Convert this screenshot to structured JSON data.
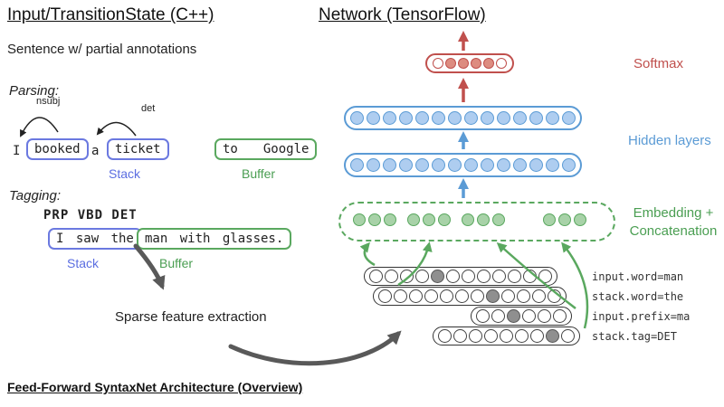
{
  "colors": {
    "blue": "#6b79e0",
    "blue-label": "#5b6ee1",
    "green-stroke": "#5aa85f",
    "green-label": "#4a9e52",
    "green-fill": "#a8d2a8",
    "net-blue": "#5b9bd5",
    "net-blue-fill": "#aecdf0",
    "red": "#c0504d",
    "red-fill": "#dd8c80",
    "gray": "#595959",
    "ink": "#222222"
  },
  "header_left": "Input/TransitionState (C++)",
  "header_right": "Network (TensorFlow)",
  "subtitle": "Sentence w/ partial annotations",
  "parsing": {
    "heading": "Parsing:",
    "arc_nsubj": "nsubj",
    "arc_det": "det",
    "words": {
      "i": "I",
      "booked": "booked",
      "a": "a",
      "ticket": "ticket",
      "to": "to",
      "google": "Google"
    },
    "stack_label": "Stack",
    "buffer_label": "Buffer"
  },
  "tagging": {
    "heading": "Tagging:",
    "pos_tags": "PRP VBD DET",
    "stack_words": "I saw the",
    "buffer_words": "man with glasses.",
    "stack_label": "Stack",
    "buffer_label": "Buffer"
  },
  "sparse_label": "Sparse feature extraction",
  "network": {
    "softmax_label": "Softmax",
    "hidden_label": "Hidden layers",
    "embedding_label_line1": "Embedding +",
    "embedding_label_line2": "Concatenation",
    "feature_labels": [
      "input.word=man",
      "stack.word=the",
      "input.prefix=ma",
      "stack.tag=DET"
    ]
  },
  "circles": {
    "softmax": {
      "count": 6,
      "filled": [
        1,
        2,
        3,
        4
      ]
    },
    "hidden": {
      "count": 14,
      "filled": []
    },
    "embed_group": {
      "count": 3,
      "filled": []
    },
    "feat_rows": [
      {
        "count": 12,
        "filled": [
          4
        ]
      },
      {
        "count": 12,
        "filled": [
          7
        ]
      },
      {
        "count": 6,
        "filled": [
          2
        ]
      },
      {
        "count": 9,
        "filled": [
          7
        ]
      }
    ]
  },
  "footer": "Feed-Forward SyntaxNet Architecture (Overview)"
}
